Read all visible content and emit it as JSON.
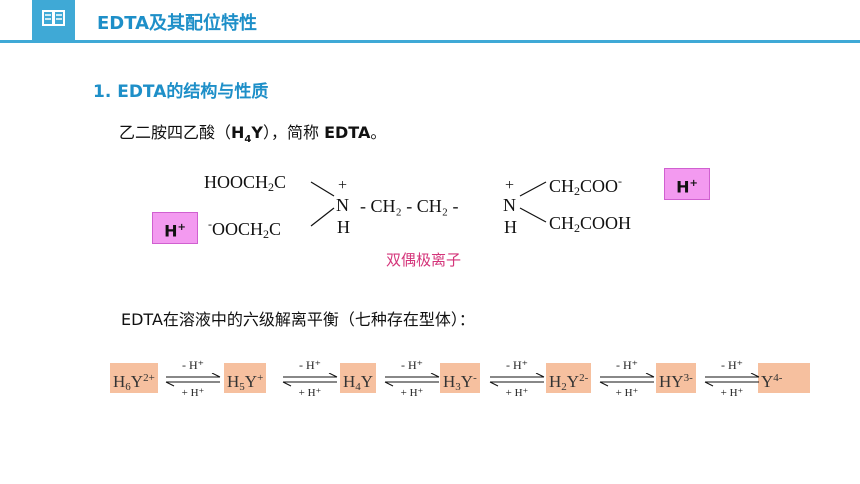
{
  "header": {
    "title": "EDTA及其配位特性",
    "icon": "book-icon"
  },
  "section_title": "1. EDTA的结构与性质",
  "intro": {
    "prefix": "乙二胺四乙酸（",
    "formula_main": "H",
    "formula_sub": "4",
    "formula_end": "Y",
    "suffix": "），简称 ",
    "abbr": "EDTA",
    "tail": "。"
  },
  "structure": {
    "top_left": "HOOCH",
    "top_left_sub": "2",
    "top_left_end": "C",
    "bottom_left_charge": "-",
    "bottom_left": "OOCH",
    "bottom_left_sub": "2",
    "bottom_left_end": "C",
    "plus_left": "+",
    "plus_right": "+",
    "n_left": "N",
    "n_right": "N",
    "h_left": "H",
    "h_right": "H",
    "chain": "- CH₂ - CH₂ -",
    "top_right": "CH",
    "top_right_sub": "2",
    "top_right_end": "COO",
    "top_right_charge": "-",
    "bottom_right": "CH",
    "bottom_right_sub": "2",
    "bottom_right_end": "COOH",
    "h_plus_label": "H",
    "h_plus_sup": "+",
    "zwitterion_label": "双偶极离子"
  },
  "equilibrium": {
    "title": "EDTA在溶液中的六级解离平衡（七种存在型体）：",
    "species": [
      {
        "main": "H",
        "sub": "6",
        "rest": "Y",
        "sup": "2+"
      },
      {
        "main": "H",
        "sub": "5",
        "rest": "Y",
        "sup": "+"
      },
      {
        "main": "H",
        "sub": "4",
        "rest": "Y",
        "sup": ""
      },
      {
        "main": "H",
        "sub": "3",
        "rest": "Y",
        "sup": "-"
      },
      {
        "main": "H",
        "sub": "2",
        "rest": "Y",
        "sup": "2-"
      },
      {
        "main": "HY",
        "sub": "",
        "rest": "",
        "sup": "3-"
      },
      {
        "main": "Y",
        "sub": "",
        "rest": "",
        "sup": "4-"
      }
    ],
    "arrow_top": "- H⁺",
    "arrow_bottom": "+ H⁺"
  },
  "colors": {
    "accent": "#1e8fc8",
    "header_bar": "#3fa9d6",
    "hplus_box": "#f39af0",
    "species_box": "#f6c09f",
    "zwitterion": "#d4357a"
  }
}
